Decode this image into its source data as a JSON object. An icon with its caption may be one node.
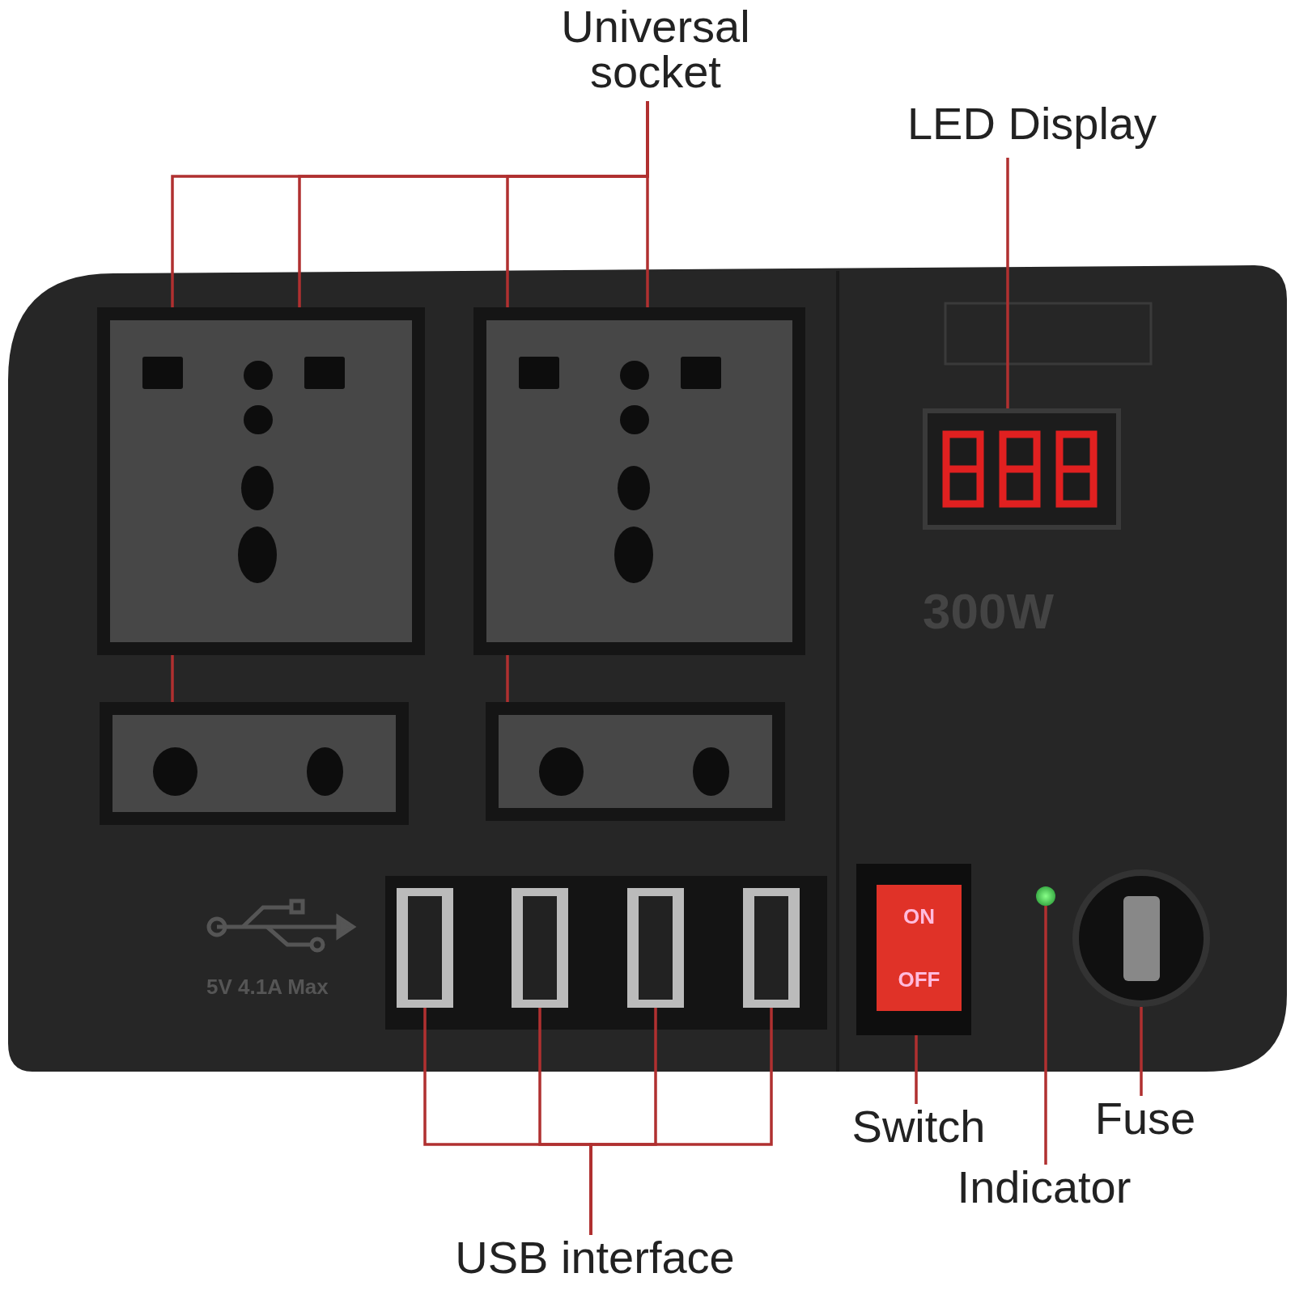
{
  "diagram": {
    "nodes": [
      {
        "text": [
          "Universal socket"
        ]
      },
      {
        "text": [
          "LED Display"
        ]
      },
      {
        "text": [],
        "shape": "box"
      },
      {
        "text": [],
        "shape": "box"
      },
      {
        "text": [],
        "shape": "box"
      },
      {
        "text": [],
        "shape": "box"
      },
      {
        "text": [],
        "shape": "box"
      },
      {
        "text": [],
        "shape": "box"
      },
      {
        "text": [],
        "shape": "box"
      },
      {
        "text": [],
        "shape": "box"
      },
      {
        "text": [],
        "shape": "box"
      },
      {
        "text": [
          "ON",
          "OFF"
        ]
      },
      {
        "text": [],
        "shape": "circle"
      },
      {
        "text": [],
        "shape": "circle"
      },
      {
        "text": [
          "Switch"
        ]
      },
      {
        "text": [
          "Fuse"
        ]
      },
      {
        "text": [
          "Indicator"
        ]
      },
      {
        "text": [
          "USB interface"
        ]
      }
    ],
    "edges": [
      {
        "from": 0,
        "to": 2,
        "arrow": "none"
      },
      {
        "from": 0,
        "to": 5,
        "arrow": "none"
      },
      {
        "from": 0,
        "to": 6,
        "arrow": "none"
      },
      {
        "from": 0,
        "to": 3,
        "arrow": "none"
      },
      {
        "from": 1,
        "to": 4,
        "arrow": "none"
      },
      {
        "from": 14,
        "to": 11,
        "arrow": "none"
      },
      {
        "from": 16,
        "to": 12,
        "arrow": "none"
      },
      {
        "from": 15,
        "to": 13,
        "arrow": "none"
      },
      {
        "from": 17,
        "to": 7,
        "arrow": "none"
      },
      {
        "from": 17,
        "to": 8,
        "arrow": "none"
      },
      {
        "from": 17,
        "to": 9,
        "arrow": "none"
      },
      {
        "from": 17,
        "to": 10,
        "arrow": "none"
      }
    ],
    "labels": [
      "300W",
      "5V 4.1A Max"
    ]
  }
}
